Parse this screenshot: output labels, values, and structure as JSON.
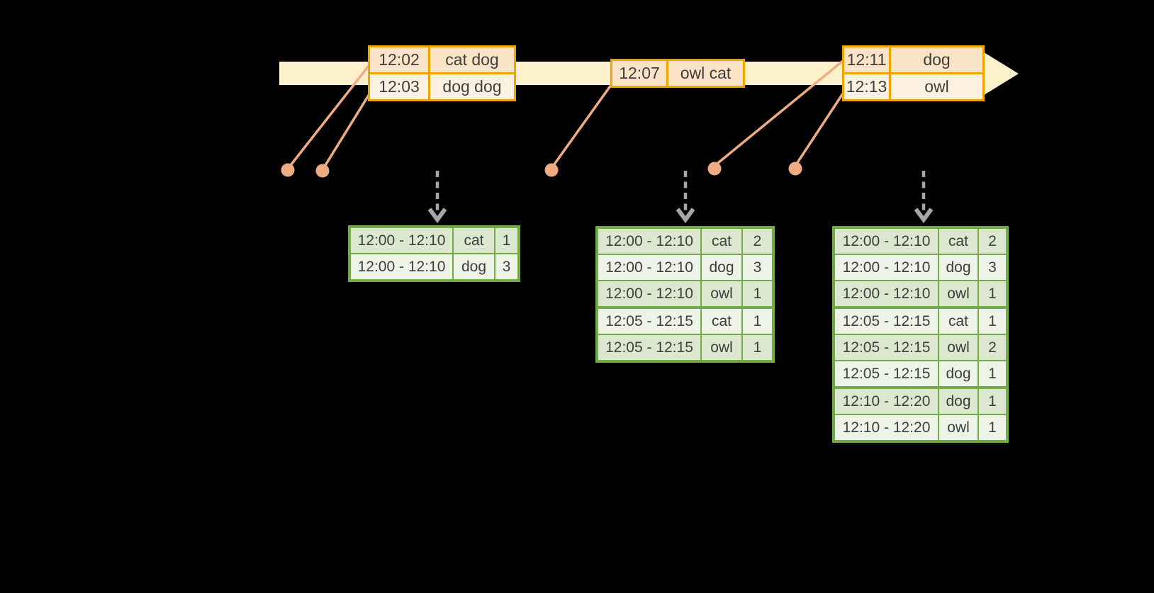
{
  "colors": {
    "background": "#000000",
    "timeline_bar": "#FCF1CB",
    "event_table_border": "#F0A400",
    "event_cell_dark": "#FAE3C6",
    "event_cell_light": "#FCF1E1",
    "connector_and_dots": "#EFAC83",
    "trigger_arrow_gray": "#A6A6A6",
    "result_table_border": "#73AC44",
    "result_cell_dark": "#DBE7CF",
    "result_cell_light": "#EDF3E7",
    "table_text": "#3E3E3E"
  },
  "event_tables": [
    {
      "rows": [
        [
          "12:02",
          "cat dog"
        ],
        [
          "12:03",
          "dog dog"
        ]
      ]
    },
    {
      "rows": [
        [
          "12:07",
          "owl cat"
        ]
      ]
    },
    {
      "rows": [
        [
          "12:11",
          "dog"
        ],
        [
          "12:13",
          "owl"
        ]
      ]
    }
  ],
  "result_tables": [
    {
      "rows": [
        [
          "12:00 - 12:10",
          "cat",
          "1"
        ],
        [
          "12:00 - 12:10",
          "dog",
          "3"
        ]
      ]
    },
    {
      "rows": [
        [
          "12:00 - 12:10",
          "cat",
          "2"
        ],
        [
          "12:00 - 12:10",
          "dog",
          "3"
        ],
        [
          "12:00 - 12:10",
          "owl",
          "1"
        ],
        [
          "12:05 - 12:15",
          "cat",
          "1"
        ],
        [
          "12:05 - 12:15",
          "owl",
          "1"
        ]
      ]
    },
    {
      "rows": [
        [
          "12:00 - 12:10",
          "cat",
          "2"
        ],
        [
          "12:00 - 12:10",
          "dog",
          "3"
        ],
        [
          "12:00 - 12:10",
          "owl",
          "1"
        ],
        [
          "12:05 - 12:15",
          "cat",
          "1"
        ],
        [
          "12:05 - 12:15",
          "owl",
          "2"
        ],
        [
          "12:05 - 12:15",
          "dog",
          "1"
        ],
        [
          "12:10 - 12:20",
          "dog",
          "1"
        ],
        [
          "12:10 - 12:20",
          "owl",
          "1"
        ]
      ]
    }
  ]
}
